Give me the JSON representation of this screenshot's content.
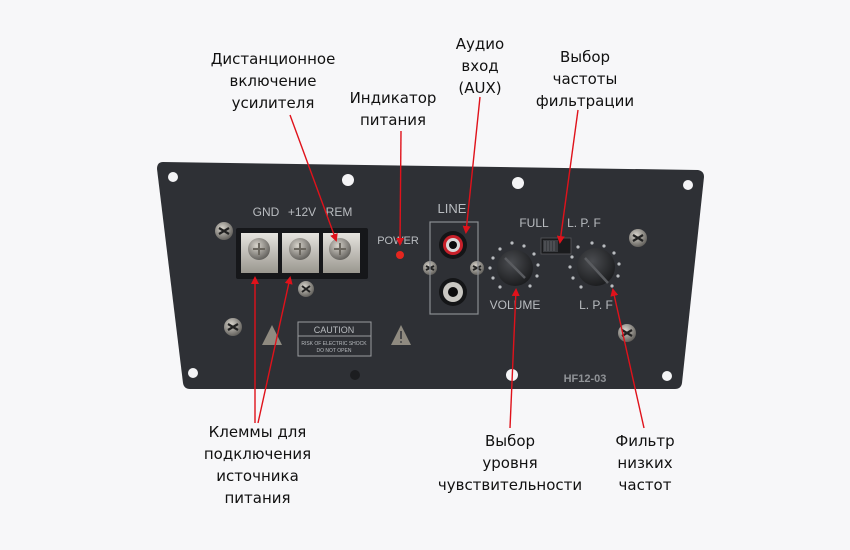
{
  "callouts": {
    "remote": {
      "text": "Дистанционное\nвключение\nусилителя"
    },
    "power_indicator": {
      "text": "Индикатор\nпитания"
    },
    "audio_input": {
      "text": "Аудио\nвход\n(AUX)"
    },
    "filter_select": {
      "text": "Выбор\nчастоты\nфильтрации"
    },
    "terminals": {
      "text": "Клеммы для\nподключения\nисточника\nпитания"
    },
    "sensitivity": {
      "text": "Выбор\nуровня\nчувствительности"
    },
    "lowpass": {
      "text": "Фильтр\nнизких\nчастот"
    }
  },
  "panel": {
    "terminal_labels": [
      "GND",
      "+12V",
      "REM"
    ],
    "power_label": "POWER",
    "line_label": "LINE",
    "switch_left_label": "FULL",
    "switch_right_label": "L. P. F",
    "volume_label": "VOLUME",
    "lpf_label": "L. P. F",
    "caution_title": "CAUTION",
    "caution_line1": "RISK OF ELECTRIC SHOCK",
    "caution_line2": "DO NOT OPEN",
    "model": "HF12-03"
  },
  "colors": {
    "panel": "#2e3035",
    "arrow": "#e0121b",
    "led": "#e5261f",
    "rca_red": "#c8202a"
  }
}
